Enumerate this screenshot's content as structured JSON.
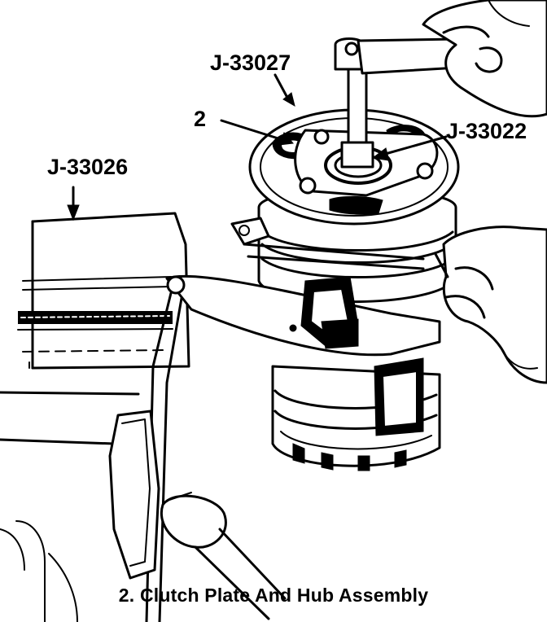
{
  "callouts": {
    "tool_top": "J-33027",
    "part_number": "2",
    "tool_right": "J-33022",
    "tool_left": "J-33026"
  },
  "caption": "2. Clutch Plate And Hub Assembly",
  "colors": {
    "ink": "#000000",
    "paper": "#ffffff"
  }
}
